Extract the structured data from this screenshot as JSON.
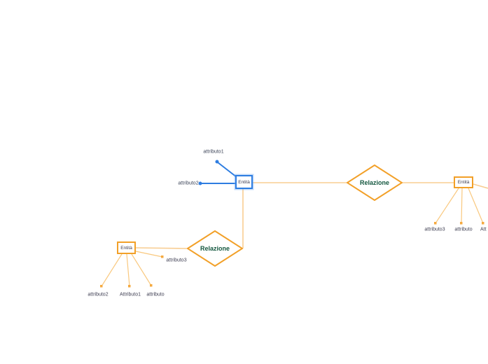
{
  "nodes": {
    "entity_top": "Entità",
    "entity_left": "Entità",
    "entity_right": "Entità",
    "relation_top": "Relazione",
    "relation_bottom": "Relazione"
  },
  "attributes": {
    "entity_top": [
      "attributo1",
      "attributo2"
    ],
    "entity_left": [
      "attributo3",
      "attributo2",
      "Attributo1",
      "attributo"
    ],
    "entity_right": [
      "attributo3",
      "attributo",
      "Att"
    ]
  },
  "colors": {
    "canvas_bg": "#ffffff",
    "orange": "#F2A028",
    "orange_dot": "#F5A93F",
    "edge_light": "#F8CD92",
    "edge_attr": "#F9C87E",
    "blue": "#2E7DE1",
    "green": "#14573F",
    "label_dark": "#3C3C50"
  }
}
